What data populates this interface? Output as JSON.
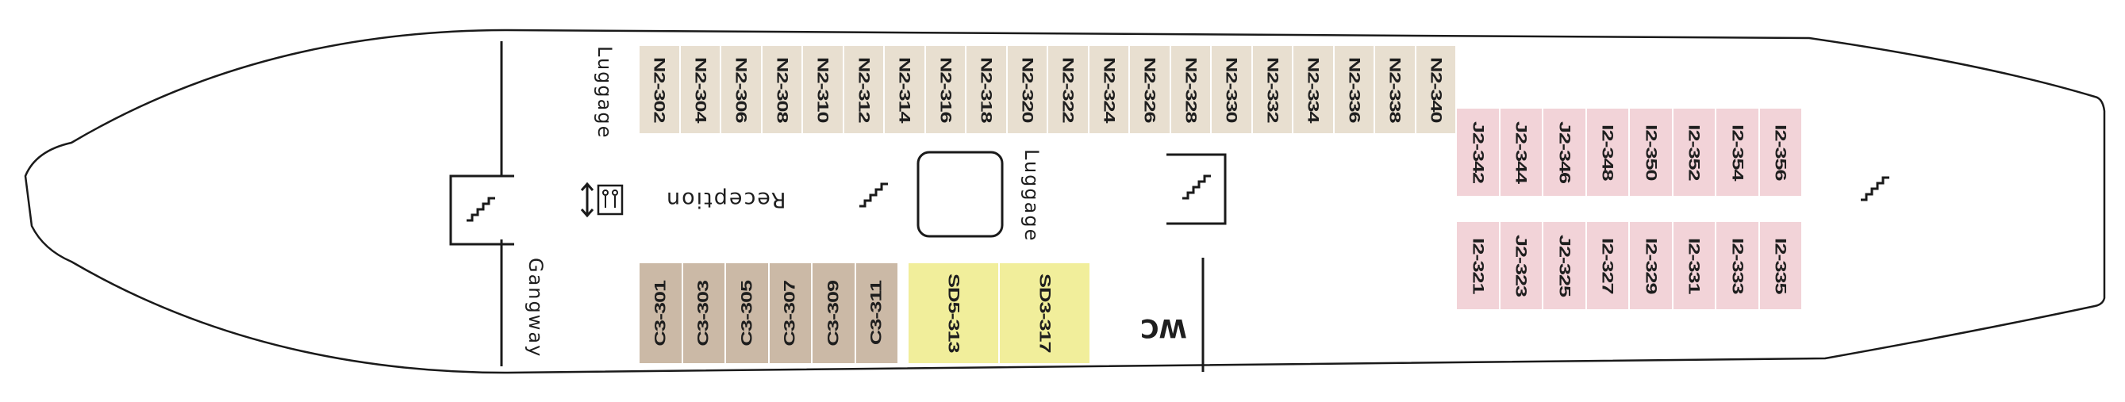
{
  "colors": {
    "hull": "#1a1a1a",
    "deck": "#ffffff",
    "n2": "#e8dfd0",
    "j2": "#f2d3d8",
    "c3": "#cbb9a6",
    "sd": "#f1ee9b"
  },
  "labels": {
    "luggage_top": "Luggage",
    "luggage_mid": "Luggage",
    "reception": "Reception",
    "gangway": "Gangway",
    "wc": "WC"
  },
  "icons": {
    "stairs": "stairs-icon",
    "elevator": "elevator-icon"
  },
  "cabins": {
    "n2_row": [
      "N2-302",
      "N2-304",
      "N2-306",
      "N2-308",
      "N2-310",
      "N2-312",
      "N2-314",
      "N2-316",
      "N2-318",
      "N2-320",
      "N2-322",
      "N2-324",
      "N2-326",
      "N2-328",
      "N2-330",
      "N2-332",
      "N2-334",
      "N2-336",
      "N2-338",
      "N2-340"
    ],
    "j2_top": [
      "J2-342",
      "J2-344",
      "J2-346",
      "I2-348",
      "I2-350",
      "I2-352",
      "I2-354",
      "I2-356"
    ],
    "j2_bottom": [
      "I2-321",
      "J2-323",
      "J2-325",
      "I2-327",
      "I2-329",
      "I2-331",
      "I2-333",
      "I2-335"
    ],
    "c3_row": [
      "C3-301",
      "C3-303",
      "C3-305",
      "C3-307",
      "C3-309",
      "C3-311"
    ],
    "sd_row": [
      "SD5-313",
      "SD3-317"
    ]
  }
}
